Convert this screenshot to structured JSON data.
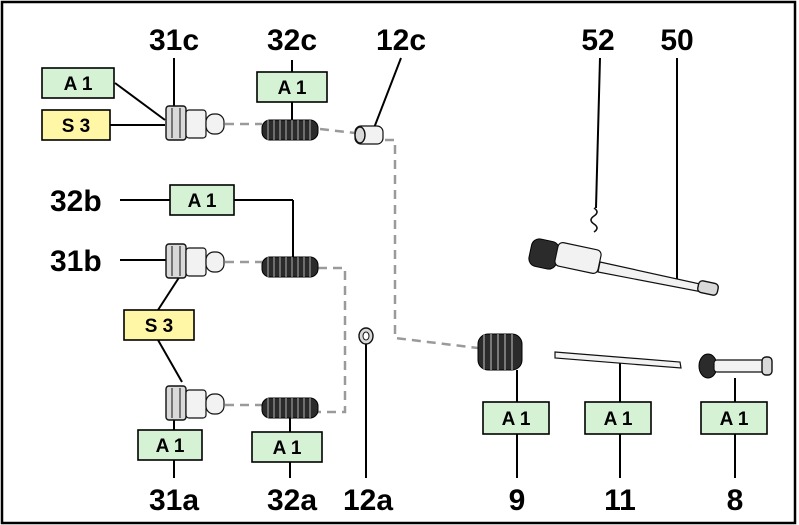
{
  "diagram": {
    "labels": {
      "l31c": "31c",
      "l32c": "32c",
      "l12c": "12c",
      "l52": "52",
      "l50": "50",
      "l32b": "32b",
      "l31b": "31b",
      "l31a": "31a",
      "l32a": "32a",
      "l12a": "12a",
      "l9": "9",
      "l11": "11",
      "l8": "8"
    },
    "tags": {
      "a1_31c": "A 1",
      "s3_31c": "S 3",
      "a1_32c": "A 1",
      "a1_32b": "A 1",
      "s3_31ab": "S 3",
      "a1_31a": "A 1",
      "a1_32a": "A 1",
      "a1_9": "A 1",
      "a1_11": "A 1",
      "a1_8": "A 1"
    },
    "colors": {
      "green_tag": "#d5f2d5",
      "yellow_tag": "#fff6a6",
      "dashed_line": "#9a9a9a"
    }
  }
}
